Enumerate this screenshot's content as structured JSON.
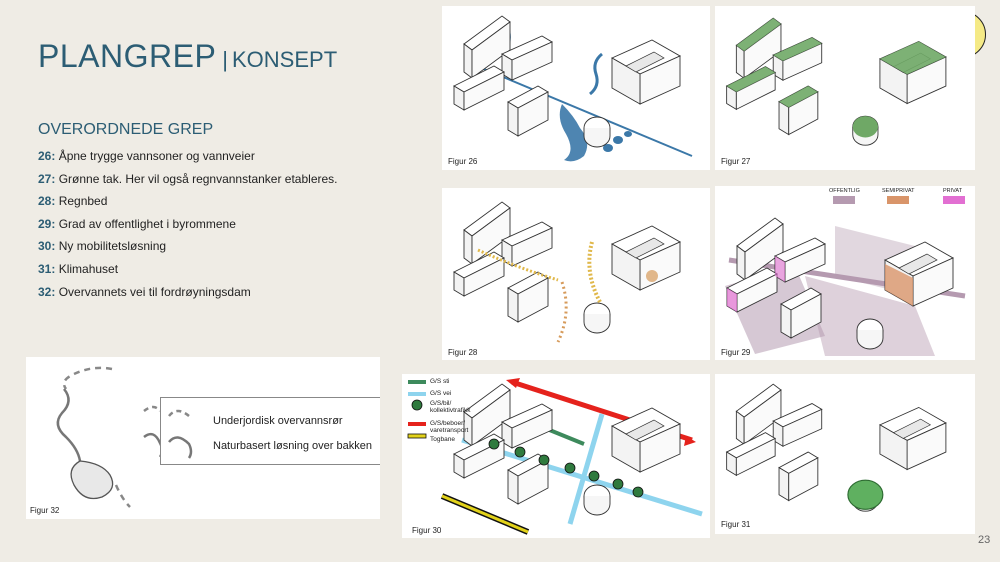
{
  "title": {
    "main": "PLANGREP",
    "separator": "|",
    "sub": "KONSEPT"
  },
  "subtitle": "OVERORDNEDE GREP",
  "items": [
    {
      "num": "26:",
      "text": "Åpne trygge vannsoner og vannveier"
    },
    {
      "num": "27:",
      "text": "Grønne tak. Her vil også regnvannstanker etableres."
    },
    {
      "num": "28:",
      "text": "Regnbed"
    },
    {
      "num": "29:",
      "text": "Grad av offentlighet i byrommene"
    },
    {
      "num": "30:",
      "text": "Ny mobilitetsløsning"
    },
    {
      "num": "31:",
      "text": "Klimahuset"
    },
    {
      "num": "32:",
      "text": "Overvannets vei til fordrøyningsdam"
    }
  ],
  "figures": {
    "f26": "Figur 26",
    "f27": "Figur 27",
    "f28": "Figur 28",
    "f29": "Figur 29",
    "f30": "Figur 30",
    "f31": "Figur 31",
    "f32": "Figur 32"
  },
  "fig32_legend": {
    "underground": "Underjordisk overvannsrør",
    "surface": "Naturbasert løsning over bakken"
  },
  "fig29_legend": [
    "OFFENTLIG",
    "SEMIPRIVAT",
    "PRIVAT"
  ],
  "fig30_legend": [
    "G/S sti",
    "G/S vei",
    "G/S/bil/ kollektivtrafikk",
    "G/S/beboer/ varetransport",
    "Togbane"
  ],
  "colors": {
    "accent": "#2c5d74",
    "water": "#3b78a8",
    "green_roof": "#6fa866",
    "offentlig": "#b59ab0",
    "semiprivat": "#d9956a",
    "privat": "#e26fd2",
    "gs_sti": "#3d8a5c",
    "gs_vei": "#8ed4ee",
    "car_traffic": "#2f7a3e",
    "delivery": "#e5221c",
    "rail": "#e2d21a",
    "bulb": "#f5ea86"
  },
  "page_number": "23"
}
